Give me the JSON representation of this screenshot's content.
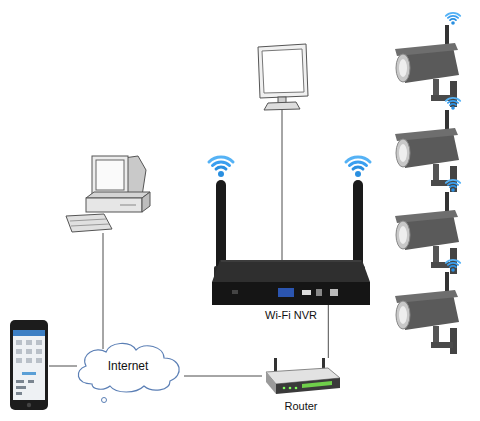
{
  "diagram": {
    "nodes": [
      {
        "text": [
          "Wi-Fi NVR"
        ]
      },
      {
        "text": [
          "Internet"
        ]
      },
      {
        "text": [
          "Router"
        ]
      }
    ],
    "edges": [
      {
        "from": 1,
        "to": 2,
        "arrow": "none"
      },
      {
        "from": 2,
        "to": 0,
        "arrow": "none"
      }
    ]
  }
}
